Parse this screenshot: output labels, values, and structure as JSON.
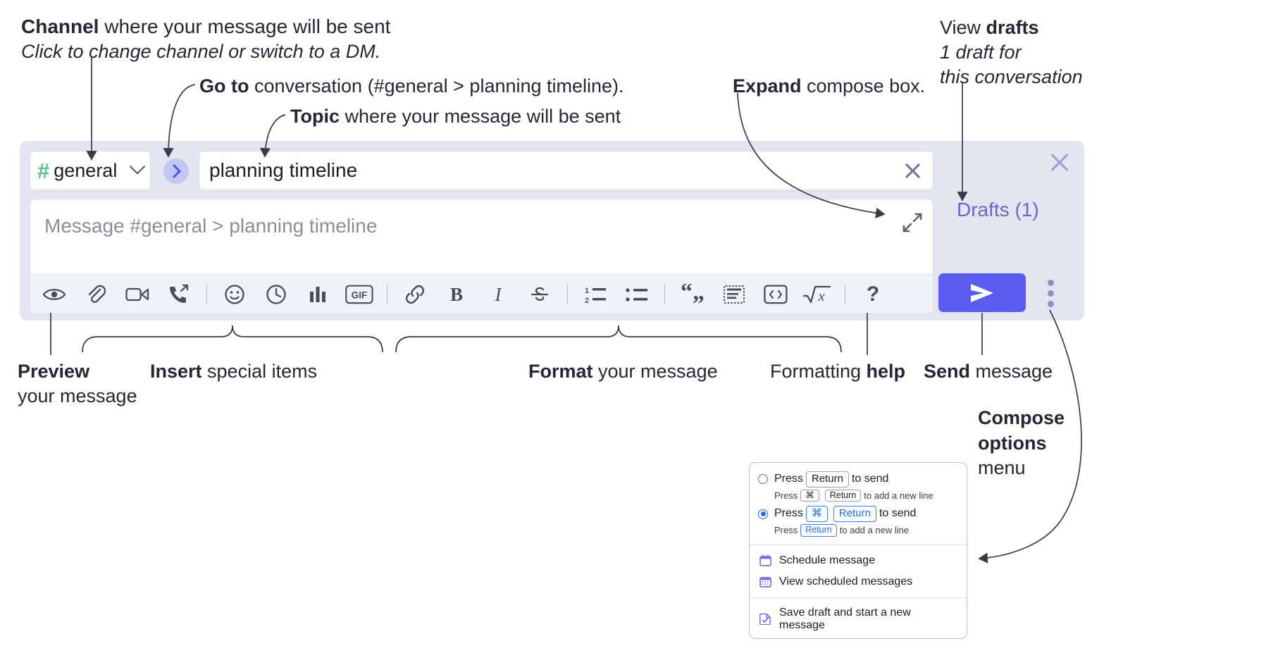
{
  "annotations": {
    "channel": {
      "bold": "Channel",
      "rest": " where your message will be sent",
      "sub": "Click to change channel or switch to a DM."
    },
    "goto": {
      "bold": "Go to",
      "rest": " conversation (#general > planning timeline)."
    },
    "topic": {
      "bold": "Topic",
      "rest": " where your message will be sent"
    },
    "expand": {
      "bold": "Expand",
      "rest": " compose box."
    },
    "drafts": {
      "bold_pre": "View ",
      "bold": "drafts",
      "sub1": "1 draft for",
      "sub2": "this conversation"
    },
    "preview": {
      "bold": "Preview",
      "rest": "your message"
    },
    "insert": {
      "bold": "Insert",
      "rest": " special items"
    },
    "format": {
      "bold": "Format",
      "rest": " your message"
    },
    "formatting_help": {
      "pre": "Formatting ",
      "bold": "help"
    },
    "send": {
      "bold": "Send",
      "rest": " message"
    },
    "compose_options": {
      "bold1": "Compose",
      "bold2": "options",
      "rest": "menu"
    }
  },
  "compose": {
    "channel_name": "general",
    "hash_symbol": "#",
    "topic_value": "planning timeline",
    "message_placeholder": "Message #general > planning timeline",
    "drafts_label": "Drafts (1)",
    "toolbar_left": [
      {
        "name": "preview-icon",
        "label": "Preview"
      },
      {
        "name": "attachment-icon",
        "label": "Attach file"
      },
      {
        "name": "video-icon",
        "label": "Record video clip"
      },
      {
        "name": "phone-forward-icon",
        "label": "Huddle"
      }
    ],
    "toolbar_insert": [
      {
        "name": "emoji-icon",
        "label": "Emoji"
      },
      {
        "name": "clock-icon",
        "label": "Reminder"
      },
      {
        "name": "poll-icon",
        "label": "Poll"
      },
      {
        "name": "gif-icon",
        "label": "GIF"
      }
    ],
    "toolbar_format": [
      {
        "name": "link-icon",
        "label": "Link"
      },
      {
        "name": "bold-icon",
        "label": "B"
      },
      {
        "name": "italic-icon",
        "label": "I"
      },
      {
        "name": "strikethrough-icon",
        "label": "S"
      }
    ],
    "toolbar_lists": [
      {
        "name": "ordered-list-icon",
        "label": "Ordered list"
      },
      {
        "name": "bulleted-list-icon",
        "label": "Bulleted list"
      }
    ],
    "toolbar_blocks": [
      {
        "name": "blockquote-icon",
        "label": "Blockquote"
      },
      {
        "name": "code-block-icon",
        "label": "Code block"
      },
      {
        "name": "code-icon",
        "label": "Code"
      },
      {
        "name": "math-icon",
        "label": "Math"
      }
    ],
    "help_label": "?",
    "send_icon": "send-icon",
    "menu_icon": "kebab-menu-icon",
    "gif_label": "GIF",
    "bold_label": "B",
    "italic_label": "I",
    "strike_label": "S"
  },
  "options_menu": {
    "radio1": {
      "selected": false,
      "pre": "Press",
      "key": "Return",
      "post": "to send",
      "sub_pre": "Press",
      "sub_key1": "⌘",
      "sub_key2": "Return",
      "sub_post": "to add a new line"
    },
    "radio2": {
      "selected": true,
      "pre": "Press",
      "key1": "⌘",
      "key2": "Return",
      "post": "to send",
      "sub_pre": "Press",
      "sub_key": "Return",
      "sub_post": "to add a new line"
    },
    "items": [
      {
        "icon": "calendar-icon",
        "label": "Schedule message"
      },
      {
        "icon": "calendar-grid-icon",
        "label": "View scheduled messages"
      },
      {
        "icon": "save-draft-icon",
        "label": "Save draft and start a new message"
      }
    ]
  },
  "colors": {
    "panel_bg": "#e3e5f0",
    "send_button": "#5b5bf0",
    "hash_green": "#59c389",
    "goto_circle": "#c3c8f2",
    "drafts_text": "#6a67c4",
    "accent_blue": "#1a73e8",
    "menu_icon_purple": "#7b6fe0"
  }
}
